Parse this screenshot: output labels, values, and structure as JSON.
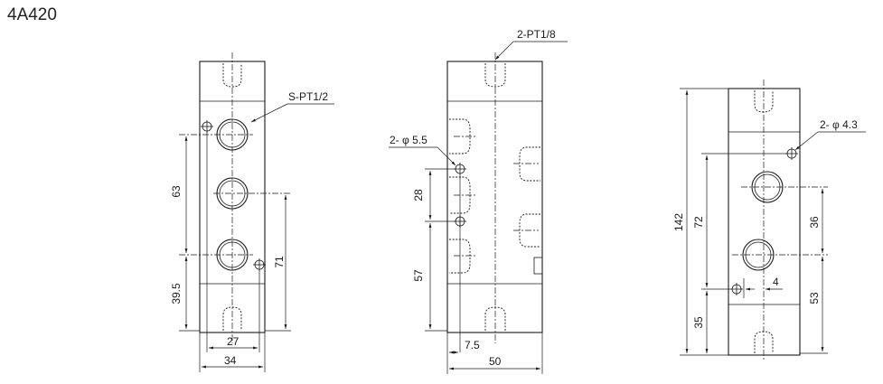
{
  "title": "4A420",
  "views": {
    "front": {
      "port_label": "S-PT1/2",
      "dims": [
        "63",
        "39.5",
        "71",
        "27",
        "34"
      ]
    },
    "side": {
      "port_label": "2-PT1/8",
      "hole_label": "2- φ 5.5",
      "dims": [
        "28",
        "57",
        "7.5",
        "50"
      ]
    },
    "rear": {
      "hole_label": "2- φ 4.3",
      "dims": [
        "142",
        "72",
        "35",
        "36",
        "53",
        "4"
      ]
    }
  }
}
